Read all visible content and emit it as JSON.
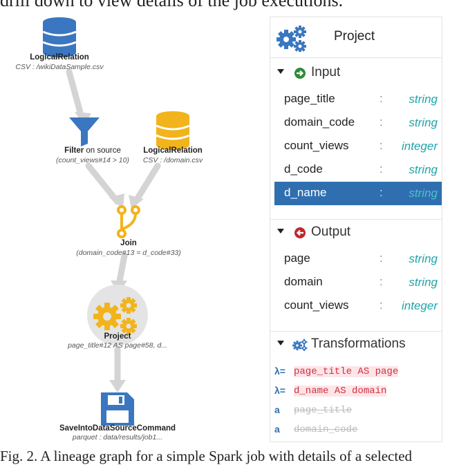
{
  "page": {
    "top_text": "drill down to view details of the job executions.",
    "caption": "Fig. 2.  A lineage graph for a simple Spark job with details of a selected"
  },
  "graph": {
    "nodes": [
      {
        "title": "LogicalRelation",
        "title_extra": "",
        "sub": "CSV : /wikiDataSample.csv",
        "icon": "database-icon",
        "color": "#3a77c0"
      },
      {
        "title": "Filter",
        "title_extra": " on source",
        "sub": "(count_views#14 > 10)",
        "icon": "filter-icon",
        "color": "#3a77c0"
      },
      {
        "title": "LogicalRelation",
        "title_extra": "",
        "sub": "CSV : /domain.csv",
        "icon": "database-icon",
        "color": "#f2b41c"
      },
      {
        "title": "Join",
        "title_extra": "",
        "sub": "(domain_code#13 = d_code#33)",
        "icon": "join-icon",
        "color": "#f2b41c"
      },
      {
        "title": "Project",
        "title_extra": "",
        "sub": "page_title#12 AS page#58, d...",
        "icon": "gears-icon",
        "color": "#f2b41c"
      },
      {
        "title": "SaveIntoDataSourceCommand",
        "title_extra": "",
        "sub": "parquet : data/results/job1...",
        "icon": "floppy-icon",
        "color": "#3a77c0"
      }
    ],
    "edge_color": "#d4d4d4"
  },
  "panel": {
    "title": "Project",
    "input": {
      "label": "Input",
      "rows": [
        {
          "name": "page_title",
          "type": "string"
        },
        {
          "name": "domain_code",
          "type": "string"
        },
        {
          "name": "count_views",
          "type": "integer"
        },
        {
          "name": "d_code",
          "type": "string"
        },
        {
          "name": "d_name",
          "type": "string"
        }
      ]
    },
    "output": {
      "label": "Output",
      "rows": [
        {
          "name": "page",
          "type": "string"
        },
        {
          "name": "domain",
          "type": "string"
        },
        {
          "name": "count_views",
          "type": "integer"
        }
      ]
    },
    "transformations": {
      "label": "Transformations",
      "rows": [
        {
          "icon": "λ=",
          "text": "page_title AS page"
        },
        {
          "icon": "λ=",
          "text": "d_name AS domain"
        },
        {
          "icon": "a",
          "text": "page_title"
        },
        {
          "icon": "a",
          "text": "domain_code"
        }
      ]
    },
    "colon": ":",
    "colors": {
      "accent": "#2f6fb0",
      "type": "#1fa5a8",
      "input_icon": "#2e8b3a",
      "output_icon": "#c0282d"
    }
  }
}
